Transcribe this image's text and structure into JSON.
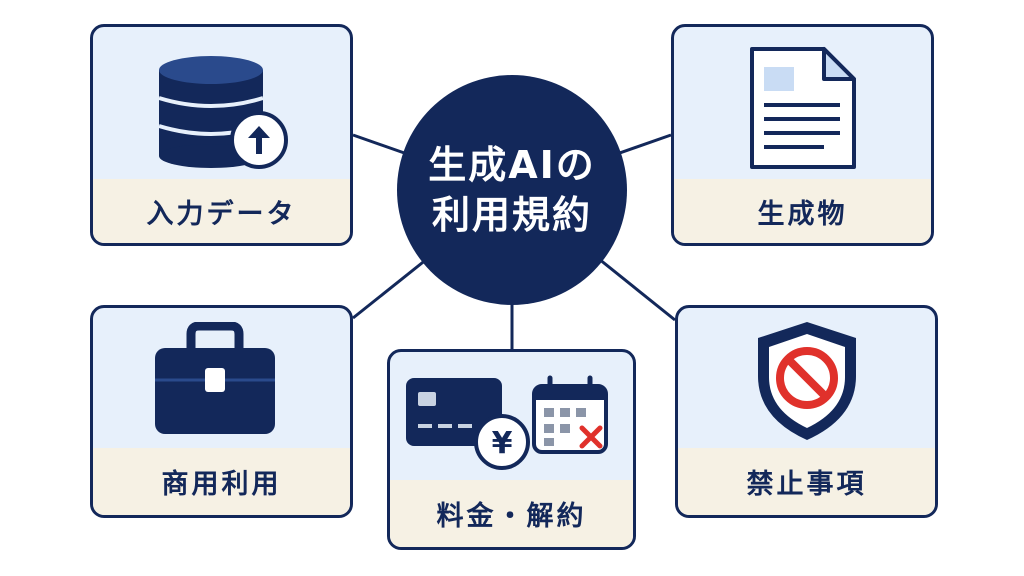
{
  "hub": {
    "title_line1": "生成AIの",
    "title_line2": "利用規約"
  },
  "cards": {
    "input_data": {
      "label": "入力データ",
      "icon": "database-upload-icon"
    },
    "output": {
      "label": "生成物",
      "icon": "document-icon"
    },
    "commercial_use": {
      "label": "商用利用",
      "icon": "briefcase-icon"
    },
    "fees_cancellation": {
      "label": "料金・解約",
      "icon": "credit-card-yen-calendar-icon",
      "yen_symbol": "¥"
    },
    "prohibited": {
      "label": "禁止事項",
      "icon": "prohibited-shield-icon"
    }
  },
  "colors": {
    "navy": "#13285a",
    "card_background": "#e7f0fb",
    "label_band": "#f6f1e4",
    "prohibited_red": "#e0312b",
    "document_accent": "#c9dcf4"
  }
}
